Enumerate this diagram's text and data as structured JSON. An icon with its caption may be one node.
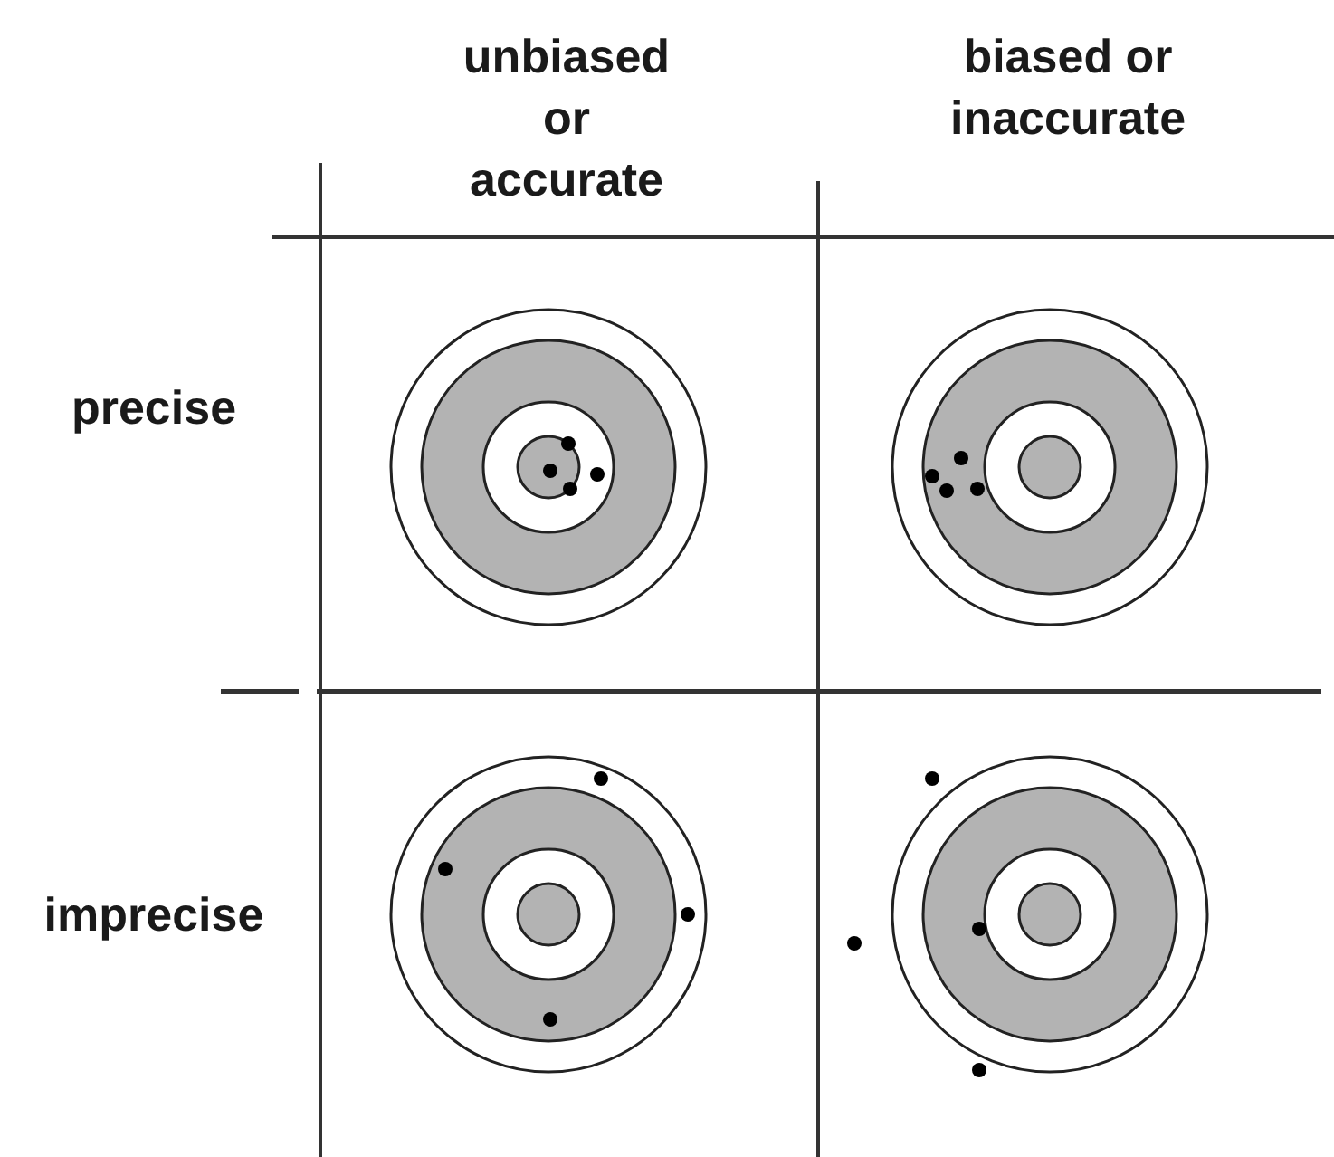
{
  "diagram": {
    "labels": [
      "unbiased or accurate",
      "biased or inaccurate",
      "precise",
      "imprecise"
    ]
  }
}
